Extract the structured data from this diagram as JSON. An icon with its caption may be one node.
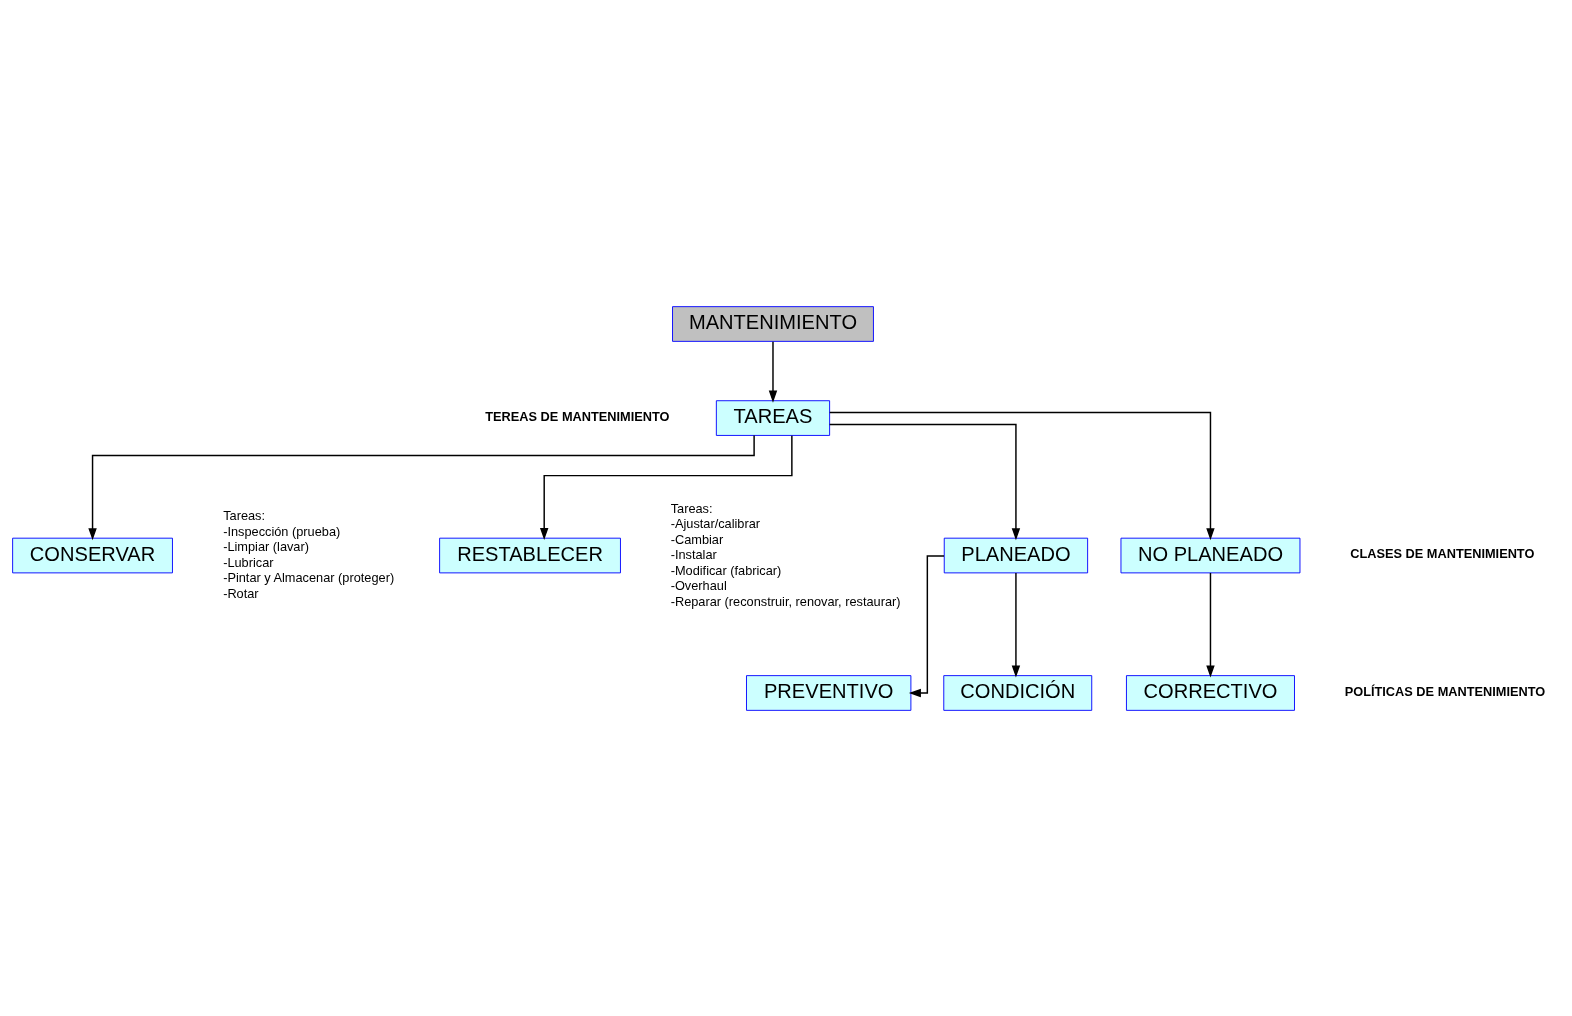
{
  "diagram": {
    "nodes": [
      {
        "text": [
          "MANTENIMIENTO"
        ]
      },
      {
        "text": [
          "TAREAS"
        ]
      },
      {
        "text": [
          "CONSERVAR"
        ]
      },
      {
        "text": [
          "RESTABLECER"
        ]
      },
      {
        "text": [
          "PLANEADO"
        ]
      },
      {
        "text": [
          "NO PLANEADO"
        ]
      },
      {
        "text": [
          "PREVENTIVO"
        ]
      },
      {
        "text": [
          "CONDICIÓN"
        ]
      },
      {
        "text": [
          "CORRECTIVO"
        ]
      }
    ],
    "edges": [
      {
        "from": 0,
        "to": 1,
        "arrow": "to"
      },
      {
        "from": 1,
        "to": 2,
        "arrow": "to"
      },
      {
        "from": 1,
        "to": 3,
        "arrow": "to"
      },
      {
        "from": 1,
        "to": 4,
        "arrow": "to"
      },
      {
        "from": 1,
        "to": 5,
        "arrow": "to"
      },
      {
        "from": 4,
        "to": 6,
        "arrow": "to"
      },
      {
        "from": 4,
        "to": 7,
        "arrow": "to"
      },
      {
        "from": 5,
        "to": 8,
        "arrow": "to"
      }
    ],
    "labels": [
      "TEREAS DE MANTENIMIENTO",
      "Tareas:",
      "-Inspección (prueba)",
      "-Limpiar (lavar)",
      "-Lubricar",
      "-Pintar y Almacenar (proteger)",
      "-Rotar",
      "Tareas:",
      "-Ajustar/calibrar",
      "-Cambiar",
      "-Instalar",
      "-Modificar (fabricar)",
      "-Overhaul",
      "-Reparar (reconstruir, renovar, restaurar)",
      "CLASES DE MANTENIMIENTO",
      "POLÍTICAS DE MANTENIMIENTO"
    ]
  }
}
